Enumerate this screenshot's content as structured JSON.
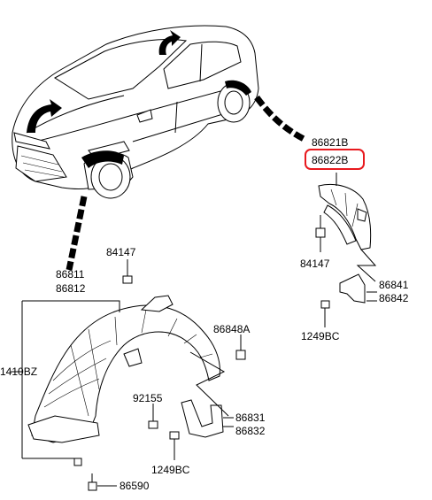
{
  "labels": {
    "front_upper": "86811",
    "front_lower": "86812",
    "front_left": "1410BZ",
    "clip_top": "84147",
    "nut_right": "86848A",
    "screw_mid": "92155",
    "mudguard_upper": "86831",
    "mudguard_lower": "86832",
    "bolt_bottom": "1249BC",
    "clip_bottom": "86590",
    "rear_upper": "86821B",
    "rear_highlighted": "86822B",
    "rear_clip": "84147",
    "rear_mud_upper": "86841",
    "rear_mud_lower": "86842",
    "rear_bolt": "1249BC"
  },
  "colors": {
    "highlight": "#e8191e",
    "ink": "#000000"
  },
  "icons": [
    "car-icon",
    "front-wheel-guard-icon",
    "rear-wheel-guard-icon",
    "mud-guard-icon",
    "clip-icon",
    "bolt-icon",
    "nut-icon"
  ]
}
